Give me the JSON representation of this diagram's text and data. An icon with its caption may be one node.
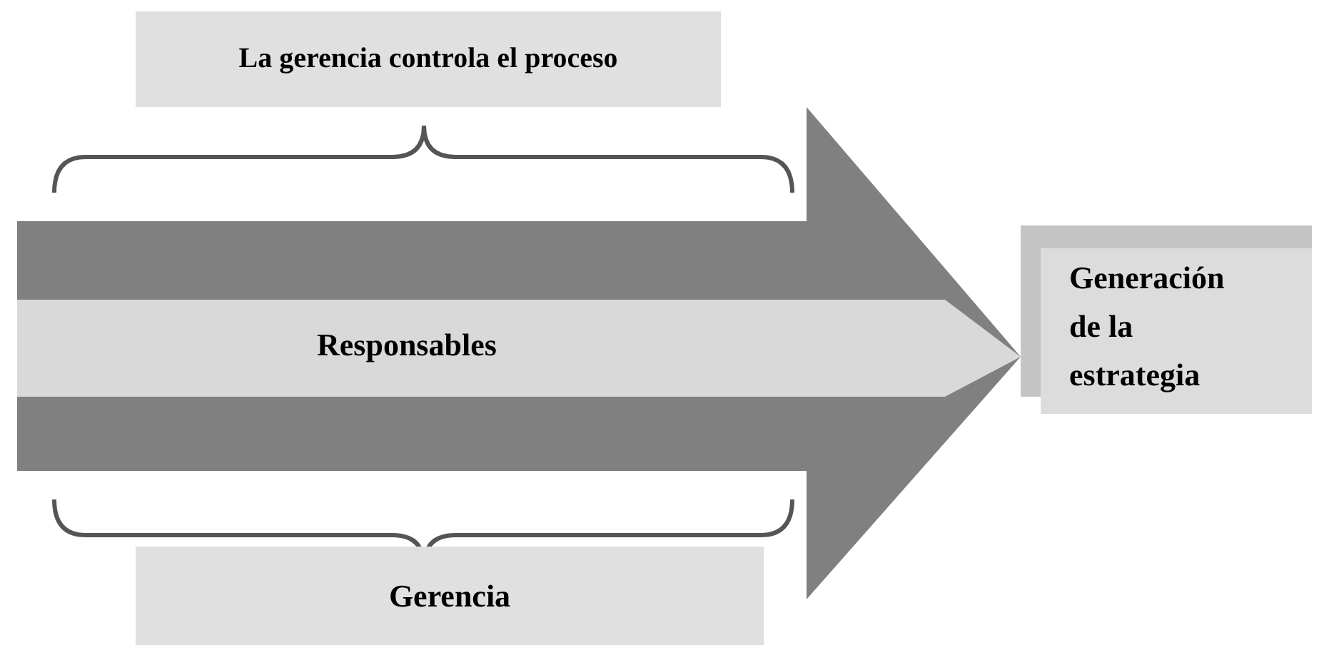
{
  "diagram": {
    "nodes": [
      {
        "text": [
          "La gerencia controla el proceso"
        ]
      },
      {
        "text": [
          "Gerencia"
        ]
      },
      {
        "text": [
          "Generación de la estrategia"
        ]
      }
    ],
    "edges": [
      {
        "from": null,
        "to": 2,
        "arrow": "to",
        "label": "Responsables"
      }
    ]
  }
}
